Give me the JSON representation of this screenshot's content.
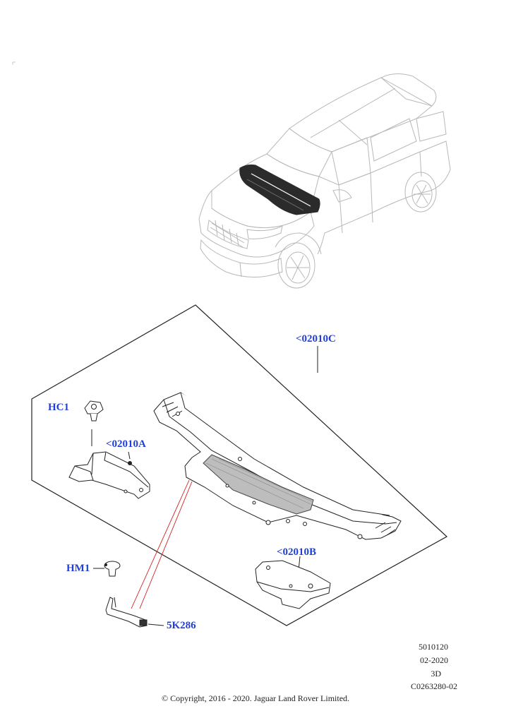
{
  "diagram": {
    "callouts": {
      "hc1": "HC1",
      "cowl_02010c": "<02010C",
      "cowl_02010a": "<02010A",
      "cowl_02010b": "<02010B",
      "hm1": "HM1",
      "seal_5k286": "5K286"
    },
    "reference": {
      "code1": "5010120",
      "date": "02-2020",
      "view": "3D",
      "code2": "C0263280-02"
    },
    "copyright": "© Copyright, 2016 - 2020. Jaguar Land Rover Limited.",
    "colors": {
      "callout": "#1f3fd6",
      "line": "#222222",
      "leader_red": "#d62020",
      "car_line": "#b8b8b8"
    }
  }
}
